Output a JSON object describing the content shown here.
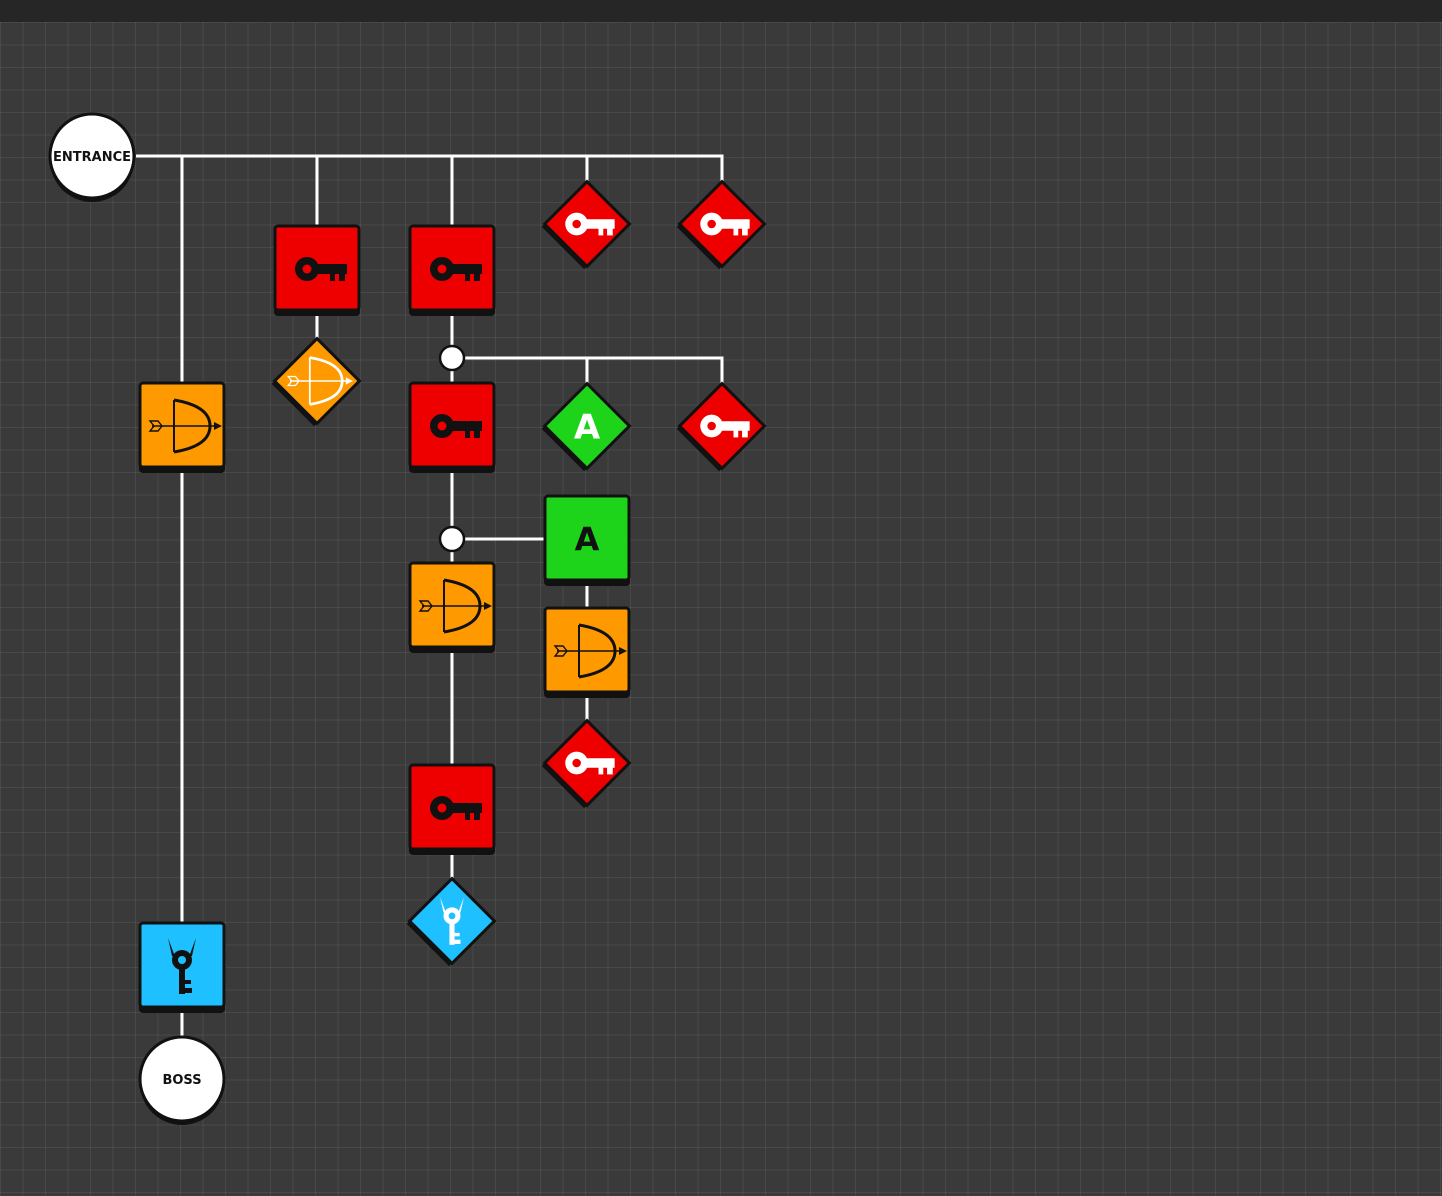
{
  "palette": {
    "red": "#ee0000",
    "orange": "#ff9900",
    "green": "#1ed41a",
    "blue": "#1ec0ff",
    "white": "#ffffff",
    "outline": "#000000"
  },
  "nodes": [
    {
      "id": "entrance",
      "type": "circle",
      "label": "ENTRANCE",
      "icon": null
    },
    {
      "id": "boss",
      "type": "circle",
      "label": "BOSS",
      "icon": null
    },
    {
      "id": "bow-lock-left",
      "type": "lock",
      "color": "orange",
      "icon": "bow-icon"
    },
    {
      "id": "boss-lock",
      "type": "lock",
      "color": "blue",
      "icon": "boss-key-icon"
    },
    {
      "id": "key-lock-1",
      "type": "lock",
      "color": "red",
      "icon": "key-icon"
    },
    {
      "id": "bow-item",
      "type": "item",
      "color": "orange",
      "icon": "bow-icon"
    },
    {
      "id": "key-lock-2",
      "type": "lock",
      "color": "red",
      "icon": "key-icon"
    },
    {
      "id": "key-item-1",
      "type": "item",
      "color": "red",
      "icon": "key-icon"
    },
    {
      "id": "key-item-2",
      "type": "item",
      "color": "red",
      "icon": "key-icon"
    },
    {
      "id": "junction-1",
      "type": "junction"
    },
    {
      "id": "key-lock-3",
      "type": "lock",
      "color": "red",
      "icon": "key-icon"
    },
    {
      "id": "switch-item",
      "type": "item",
      "color": "green",
      "label": "A",
      "icon": null
    },
    {
      "id": "key-item-3",
      "type": "item",
      "color": "red",
      "icon": "key-icon"
    },
    {
      "id": "junction-2",
      "type": "junction"
    },
    {
      "id": "switch-lock",
      "type": "lock",
      "color": "green",
      "label": "A",
      "icon": null
    },
    {
      "id": "bow-lock-2",
      "type": "lock",
      "color": "orange",
      "icon": "bow-icon"
    },
    {
      "id": "bow-lock-3",
      "type": "lock",
      "color": "orange",
      "icon": "bow-icon"
    },
    {
      "id": "key-item-4",
      "type": "item",
      "color": "red",
      "icon": "key-icon"
    },
    {
      "id": "key-lock-4",
      "type": "lock",
      "color": "red",
      "icon": "key-icon"
    },
    {
      "id": "boss-key-item",
      "type": "item",
      "color": "blue",
      "icon": "boss-key-icon"
    }
  ],
  "edges": [
    [
      "entrance",
      "bow-lock-left"
    ],
    [
      "bow-lock-left",
      "boss-lock"
    ],
    [
      "boss-lock",
      "boss"
    ],
    [
      "entrance",
      "key-lock-1"
    ],
    [
      "key-lock-1",
      "bow-item"
    ],
    [
      "entrance",
      "key-lock-2"
    ],
    [
      "entrance",
      "key-item-1"
    ],
    [
      "entrance",
      "key-item-2"
    ],
    [
      "key-lock-2",
      "junction-1"
    ],
    [
      "junction-1",
      "key-lock-3"
    ],
    [
      "junction-1",
      "switch-item"
    ],
    [
      "junction-1",
      "key-item-3"
    ],
    [
      "key-lock-3",
      "junction-2"
    ],
    [
      "junction-2",
      "switch-lock"
    ],
    [
      "junction-2",
      "bow-lock-2"
    ],
    [
      "bow-lock-2",
      "key-lock-4"
    ],
    [
      "key-lock-4",
      "boss-key-item"
    ],
    [
      "switch-lock",
      "bow-lock-3"
    ],
    [
      "bow-lock-3",
      "key-item-4"
    ]
  ]
}
